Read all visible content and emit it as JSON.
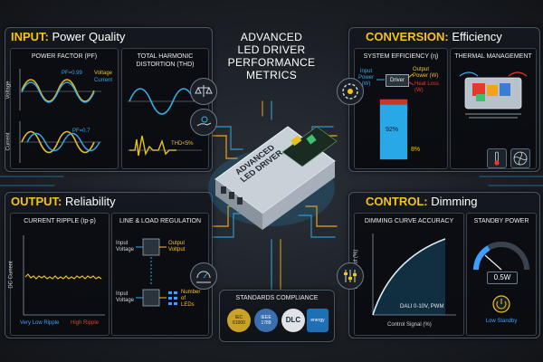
{
  "title_lines": [
    "ADVANCED",
    "LED DRIVER",
    "PERFORMANCE",
    "METRICS"
  ],
  "device_label_lines": [
    "ADVANCED",
    "LED DRIVER"
  ],
  "panels": {
    "input": {
      "key": "INPUT:",
      "value": "Power Quality",
      "pf": {
        "title": "POWER FACTOR (PF)",
        "pf_high": "PF=0.99",
        "voltage": "Voltage",
        "current": "Current",
        "pf_low": "PF=0.7",
        "axis_voltage": "Voltage",
        "axis_current": "Current"
      },
      "thd": {
        "title_lines": [
          "TOTAL HARMONIC",
          "DISTORTION (THD)"
        ],
        "label": "THD<5%"
      }
    },
    "conversion": {
      "key": "CONVERSION:",
      "value": "Efficiency",
      "eff": {
        "title": "SYSTEM EFFICIENCY (η)",
        "input_lines": [
          "Input",
          "Power",
          "(W)"
        ],
        "driver": "Driver",
        "output_lines": [
          "Output",
          "Power (W)"
        ],
        "heat_lines": [
          "Heat Loss",
          "(W)"
        ],
        "pct_high": "92%",
        "pct_low": "8%",
        "efficiency_fraction": 0.92
      },
      "thermal": {
        "title": "THERMAL MANAGEMENT"
      }
    },
    "output": {
      "key": "OUTPUT:",
      "value": "Reliability",
      "ripple": {
        "title": "CURRENT RIPPLE (Ip-p)",
        "axis": "DC Current",
        "low": "Very Low Ripple",
        "high": "High Ripple"
      },
      "regulation": {
        "title": "LINE & LOAD REGULATION",
        "input_voltage_lines": [
          "Input",
          "Voltage"
        ],
        "output_lines": [
          "Output",
          "Voltput"
        ],
        "input_voltage2_lines": [
          "Input",
          "Voltage"
        ],
        "number_lines": [
          "Number",
          "of",
          "LEDs"
        ]
      }
    },
    "control": {
      "key": "CONTROL:",
      "value": "Dimming",
      "dimming": {
        "title": "DIMMING CURVE ACCURACY",
        "ylabel": "Light Output (%)",
        "xlabel": "Control Signal (%)",
        "protocols": "DALI 0-10V, PWM"
      },
      "standby": {
        "title": "STANDBY POWER",
        "value": "0.5W",
        "label": "Low Standby"
      }
    }
  },
  "standards": {
    "title": "STANDARDS COMPLIANCE",
    "badges": [
      {
        "lines": [
          "IEC",
          "61000"
        ],
        "color": "#c9a227"
      },
      {
        "lines": [
          "IEEE",
          "1789"
        ],
        "color": "#3a6fb0"
      },
      {
        "lines": [
          "DLC"
        ],
        "color": "#dfe3e8"
      },
      {
        "lines": [
          "energy"
        ],
        "color": "#1f6fb5"
      }
    ]
  },
  "colors": {
    "accent_yellow": "#f5c21b",
    "trace_orange": "#f0a21b",
    "wave_blue": "#39a9e6",
    "wave_yellow": "#e8c21b",
    "good": "#3da0ff",
    "bad": "#e5392b"
  }
}
